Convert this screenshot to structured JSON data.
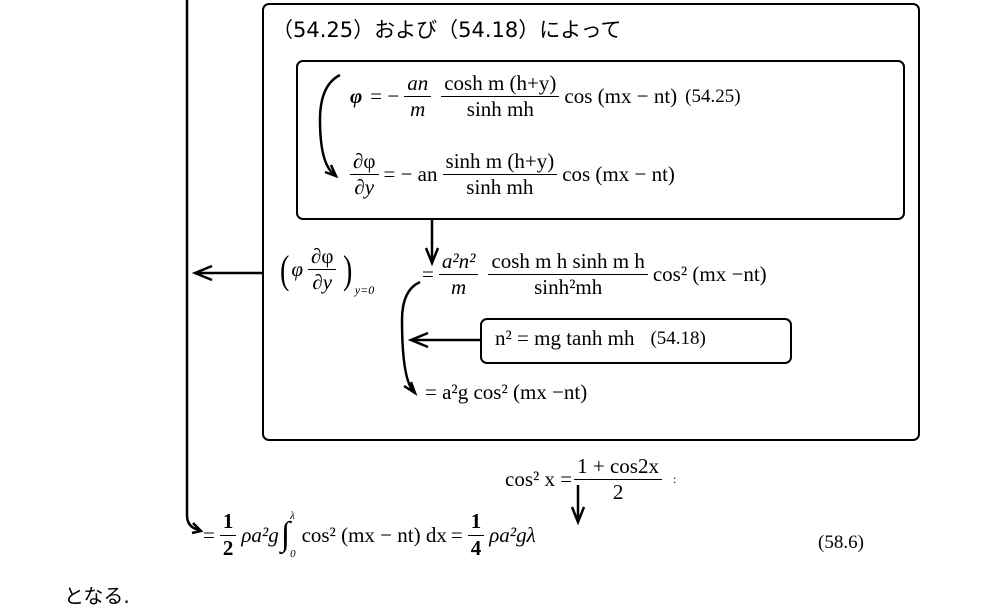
{
  "heading": "（54.25）および（54.18）によって",
  "eq_phi": {
    "lhs": "φ",
    "eq": "= −",
    "coef_num": "an",
    "coef_den": "m",
    "frac_num": "cosh m (h+y)",
    "frac_den": "sinh mh",
    "tail": "cos (mx − nt)",
    "ref": "(54.25)"
  },
  "eq_dphi": {
    "lhs_num": "∂φ",
    "lhs_den": "∂y",
    "eq": "= − an",
    "frac_num": "sinh m (h+y)",
    "frac_den": "sinh mh",
    "tail": "cos (mx − nt)"
  },
  "eq_product": {
    "lhs_phi": "φ",
    "lhs_num": "∂φ",
    "lhs_den": "∂y",
    "lhs_sub": "y=0",
    "eq": "=",
    "coef_num": "a²n²",
    "coef_den": "m",
    "frac_num": "cosh m h sinh m h",
    "frac_den": "sinh²mh",
    "tail": "cos² (mx −nt)"
  },
  "eq_dispersion": {
    "text": "n² = mg tanh mh",
    "ref": "(54.18)"
  },
  "eq_result": "= a²g cos² (mx −nt)",
  "identity": {
    "lhs": "cos² x =",
    "num": "1 + cos2x",
    "den": "2",
    "trail": ":"
  },
  "eq_final": {
    "eq1": "=",
    "c1_num": "1",
    "c1_den": "2",
    "mid": "ρa²g",
    "int_upper": "λ",
    "int_lower": "0",
    "integrand": "cos² (mx − nt) dx",
    "eq2": "=",
    "c2_num": "1",
    "c2_den": "4",
    "end": "ρa²gλ",
    "ref": "(58.6)"
  },
  "closing": "となる."
}
